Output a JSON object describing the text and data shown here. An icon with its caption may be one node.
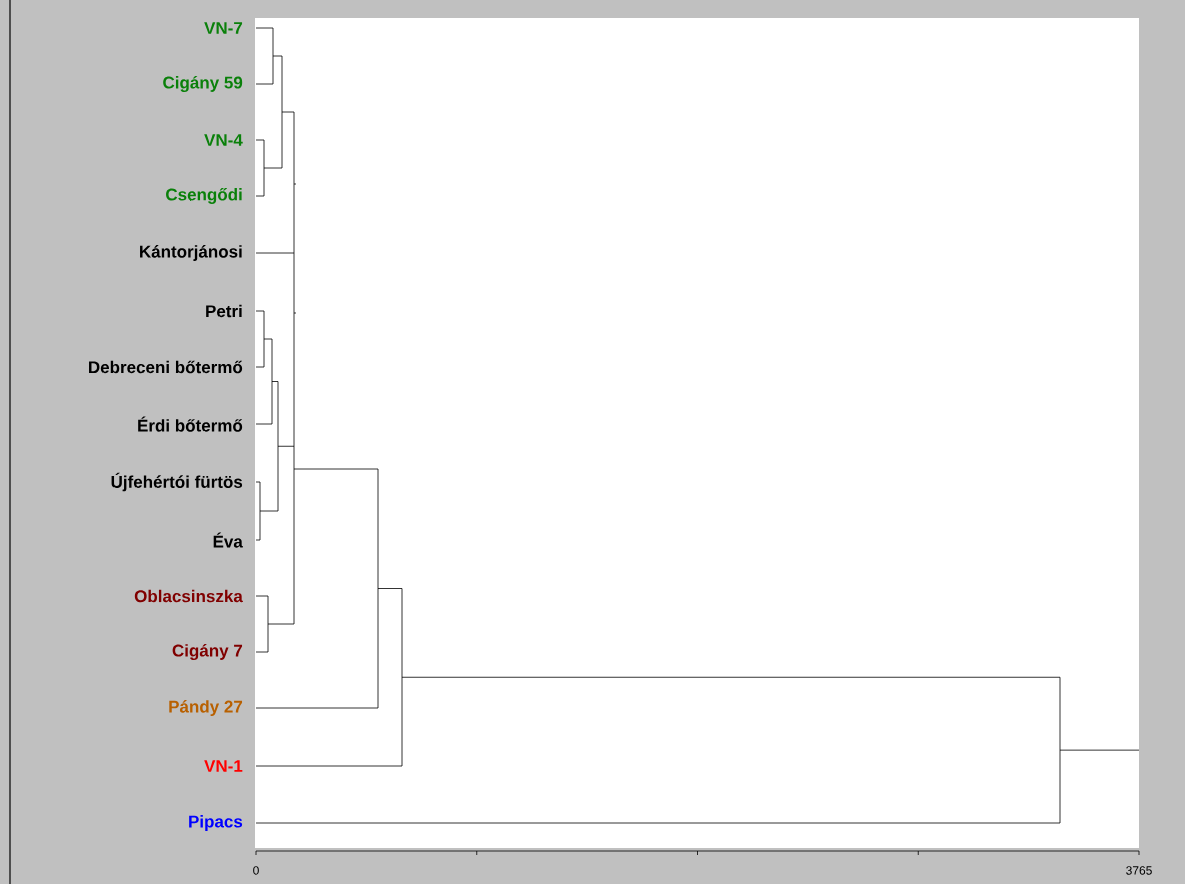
{
  "diagram": {
    "labels": [
      "VN-7",
      "Cigány 59",
      "VN-4",
      "Csengődi",
      "Kántorjánosi",
      "Petri",
      "Debreceni bőtermő",
      "Érdi bőtermő",
      "Újfehértói fürtös",
      "Éva",
      "Oblacsinszka",
      "Cigány 7",
      "Pándy 27",
      "VN-1",
      "Pipacs",
      "0",
      "3765"
    ]
  }
}
